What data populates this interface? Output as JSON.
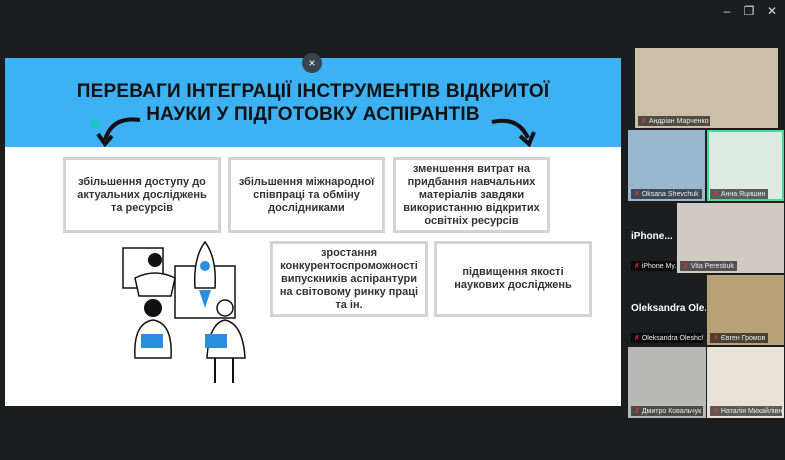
{
  "window": {
    "minimize": "–",
    "restore": "❐",
    "close": "✕"
  },
  "slide": {
    "close": "×",
    "title_line1": "ПЕРЕВАГИ ІНТЕГРАЦІЇ ІНСТРУМЕНТІВ ВІДКРИТОЇ",
    "title_line2": "НАУКИ У ПІДГОТОВКУ АСПІРАНТІВ",
    "boxes": [
      "збільшення доступу до актуальних досліджень та ресурсів",
      "збільшення міжнародної співпраці та обміну дослідниками",
      "зменшення витрат на придбання навчальних матеріалів завдяки використанню відкритих освітніх ресурсів",
      "зростання конкурентоспроможності випускників аспірантури на світовому ринку праці та ін.",
      "підвищення якості наукових досліджень"
    ],
    "accent": "#3cb2f4"
  },
  "participants": [
    {
      "name": "Андріан Марченко"
    },
    {
      "name": "Oksana Shevchuk"
    },
    {
      "name": "Анна Яцишин"
    },
    {
      "name": "iPhone My...",
      "display": "iPhone..."
    },
    {
      "name": "Vita Perestiuk"
    },
    {
      "name": "Oleksandra Oleshchuk",
      "display": "Oleksandra  Ole..."
    },
    {
      "name": "Євген Громов"
    },
    {
      "name": "Дмитро Ковальчук"
    },
    {
      "name": "Наталія Михайлівна"
    }
  ]
}
